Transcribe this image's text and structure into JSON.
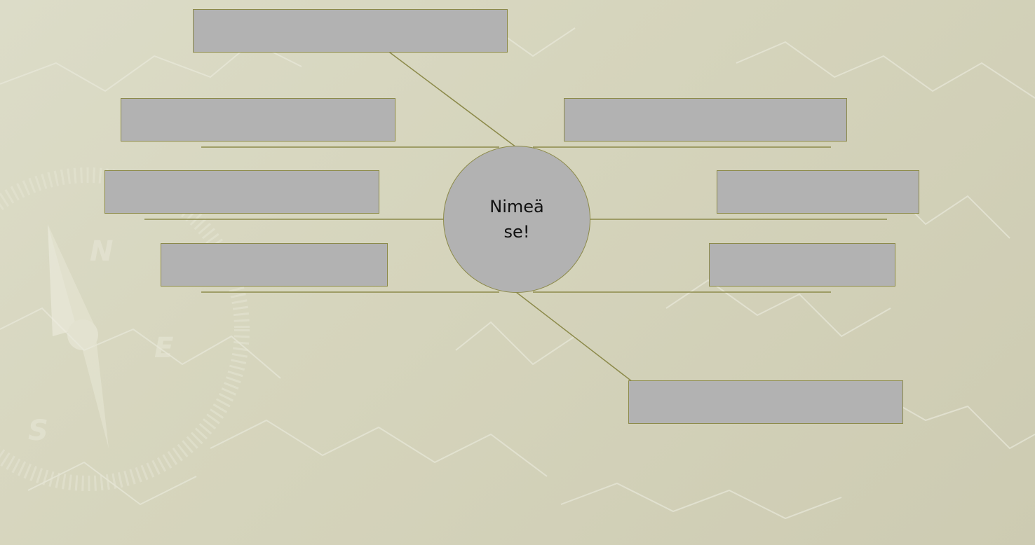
{
  "center": {
    "label": "Nimeä se!"
  },
  "boxes": [
    {
      "id": "top",
      "label": ""
    },
    {
      "id": "left-1",
      "label": ""
    },
    {
      "id": "left-2",
      "label": ""
    },
    {
      "id": "left-3",
      "label": ""
    },
    {
      "id": "right-1",
      "label": ""
    },
    {
      "id": "right-2",
      "label": ""
    },
    {
      "id": "right-3",
      "label": ""
    },
    {
      "id": "bottom",
      "label": ""
    }
  ],
  "colors": {
    "box_fill": "#b2b2b2",
    "connector": "#8c8a4a",
    "background": "#d6d5bd"
  }
}
